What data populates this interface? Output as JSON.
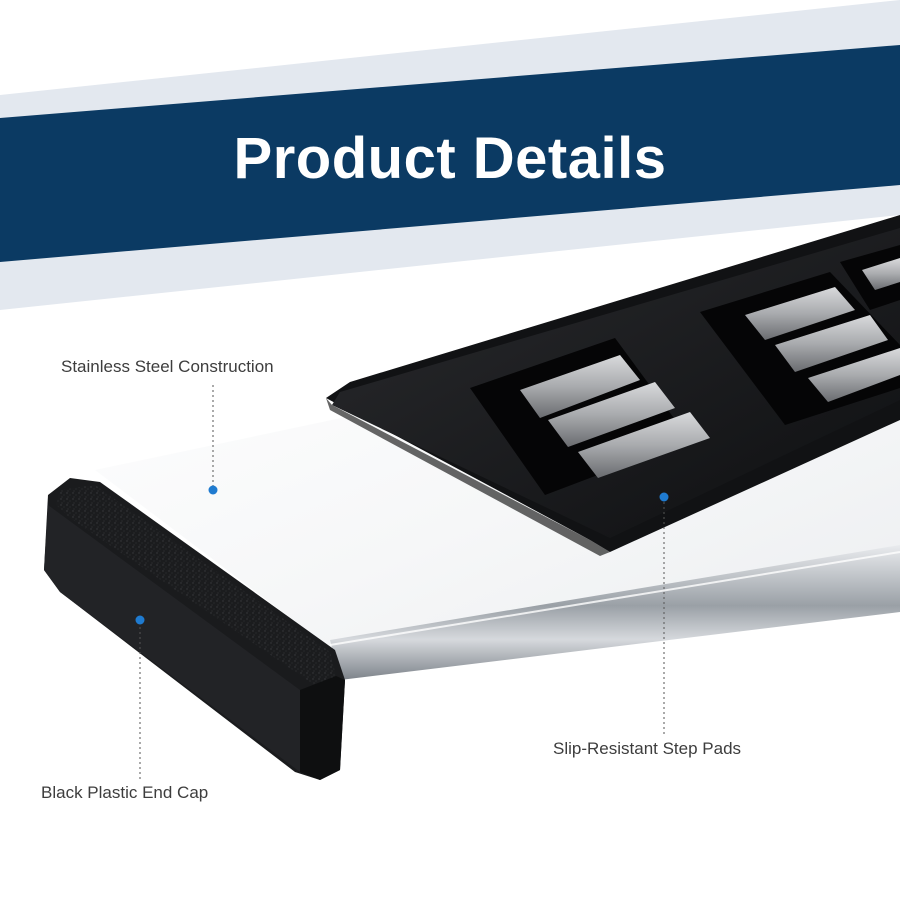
{
  "banner": {
    "title": "Product Details",
    "color": "#0b3a63",
    "stripe_color": "#e3e8ef"
  },
  "callouts": {
    "steel": "Stainless Steel Construction",
    "pads": "Slip-Resistant Step Pads",
    "endcap": "Black Plastic End Cap"
  },
  "marker_color": "#1f7bd0"
}
